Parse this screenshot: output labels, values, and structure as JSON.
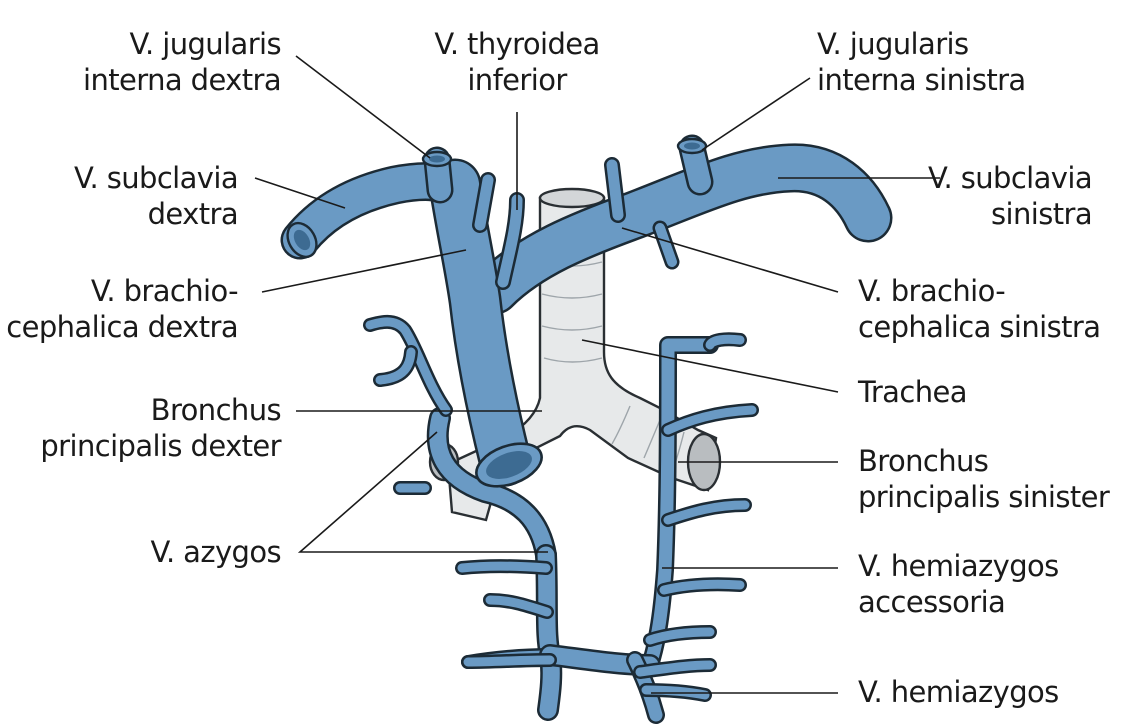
{
  "colors": {
    "vein": "#6a9ac4",
    "vein_outline": "#1c2b36",
    "trachea": "#e7e9ea",
    "leader_line": "#1a1a1a"
  },
  "labels": {
    "jugularis_dextra": [
      "V. jugularis",
      "interna dextra"
    ],
    "thyroidea": [
      "V. thyroidea",
      "inferior"
    ],
    "jugularis_sinistra": [
      "V. jugularis",
      "interna sinistra"
    ],
    "subclavia_dextra": [
      "V. subclavia",
      "dextra"
    ],
    "subclavia_sinistra": [
      "V. subclavia",
      "sinistra"
    ],
    "brachio_dextra": [
      "V. brachio-",
      "cephalica dextra"
    ],
    "brachio_sinistra": [
      "V. brachio-",
      "cephalica sinistra"
    ],
    "trachea": [
      "Trachea"
    ],
    "bronchus_dexter": [
      "Bronchus",
      "principalis dexter"
    ],
    "bronchus_sinister": [
      "Bronchus",
      "principalis sinister"
    ],
    "azygos": [
      "V. azygos"
    ],
    "hemiazygos_accessoria": [
      "V. hemiazygos",
      "accessoria"
    ],
    "hemiazygos": [
      "V. hemiazygos"
    ]
  }
}
